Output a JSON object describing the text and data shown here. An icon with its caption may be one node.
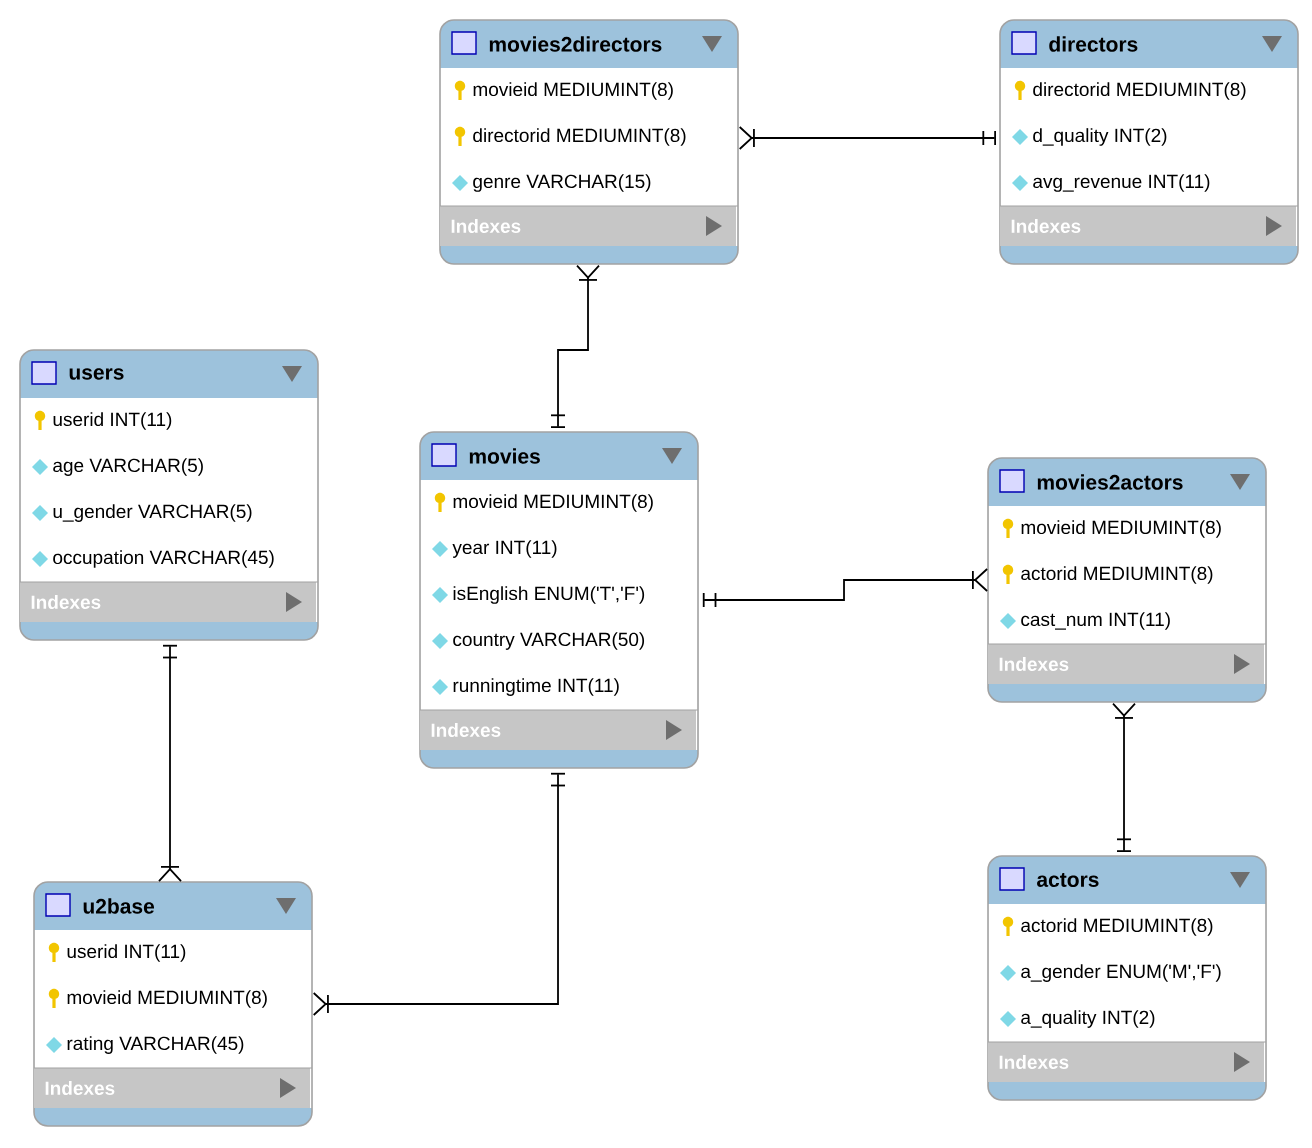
{
  "diagram": {
    "nodes": [
      {
        "text": [
          "movies2directors",
          "movieid MEDIUMINT(8)",
          "directorid MEDIUMINT(8)",
          "genre VARCHAR(15)",
          "Indexes"
        ]
      },
      {
        "text": [
          "directors",
          "directorid MEDIUMINT(8)",
          "d_quality INT(2)",
          "avg_revenue INT(11)",
          "Indexes"
        ]
      },
      {
        "text": [
          "users",
          "userid INT(11)",
          "age VARCHAR(5)",
          "u_gender VARCHAR(5)",
          "occupation VARCHAR(45)",
          "Indexes"
        ]
      },
      {
        "text": [
          "movies",
          "movieid MEDIUMINT(8)",
          "year INT(11)",
          "isEnglish ENUM('T','F')",
          "country VARCHAR(50)",
          "runningtime INT(11)",
          "Indexes"
        ]
      },
      {
        "text": [
          "movies2actors",
          "movieid MEDIUMINT(8)",
          "actorid MEDIUMINT(8)",
          "cast_num INT(11)",
          "Indexes"
        ]
      },
      {
        "text": [
          "u2base",
          "userid INT(11)",
          "movieid MEDIUMINT(8)",
          "rating VARCHAR(45)",
          "Indexes"
        ]
      },
      {
        "text": [
          "actors",
          "actorid MEDIUMINT(8)",
          "a_gender ENUM('M','F')",
          "a_quality INT(2)",
          "Indexes"
        ]
      }
    ],
    "edges": [
      {
        "from": 1,
        "to": 0,
        "arrow": "other"
      },
      {
        "from": 3,
        "to": 0,
        "arrow": "other"
      },
      {
        "from": 2,
        "to": 5,
        "arrow": "other"
      },
      {
        "from": 3,
        "to": 5,
        "arrow": "other"
      },
      {
        "from": 3,
        "to": 4,
        "arrow": "other"
      },
      {
        "from": 6,
        "to": 4,
        "arrow": "other"
      }
    ]
  }
}
